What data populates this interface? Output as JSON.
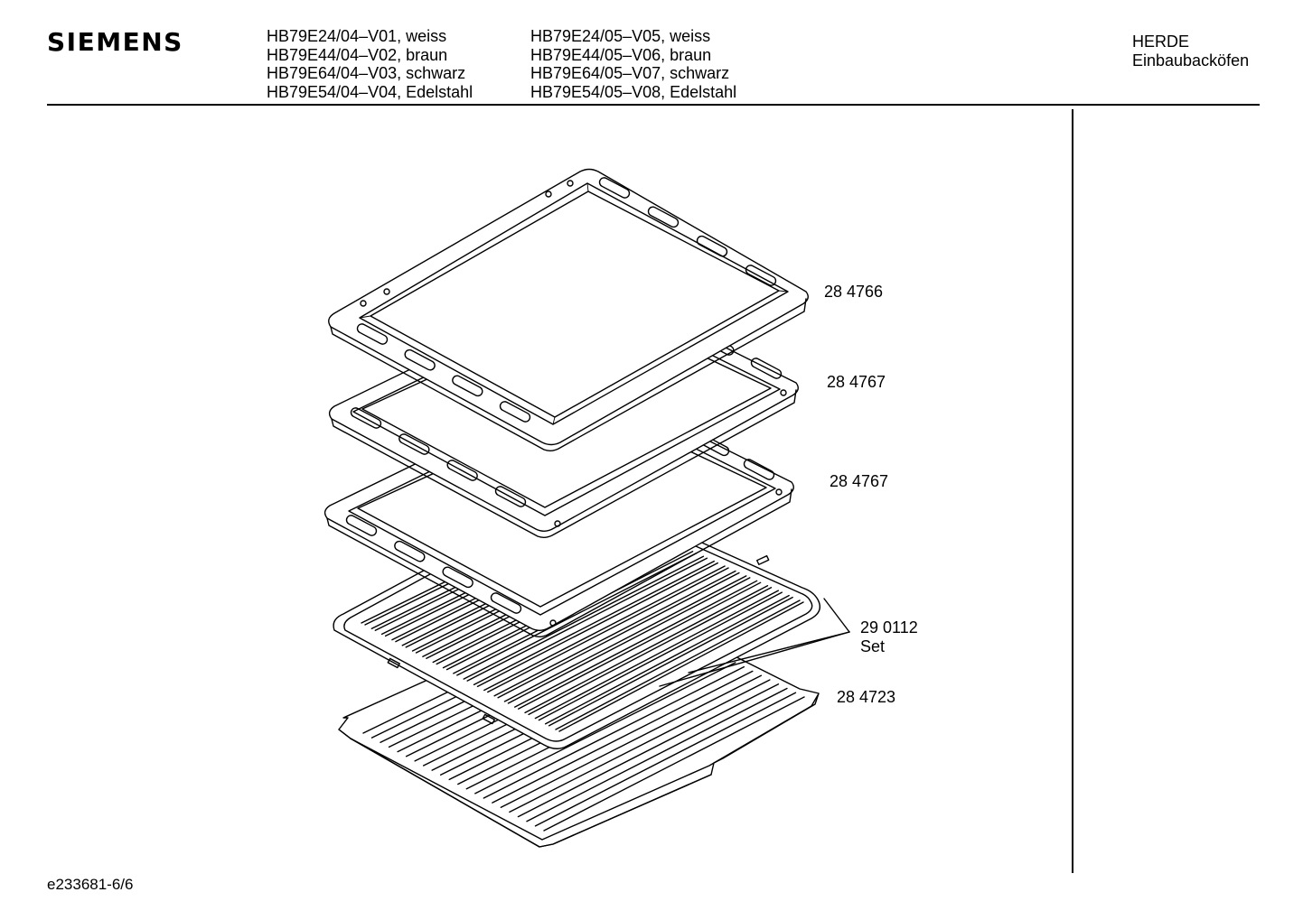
{
  "header": {
    "brand": "SIEMENS",
    "models_left": [
      "HB79E24/04–V01, weiss",
      "HB79E44/04–V02, braun",
      "HB79E64/04–V03, schwarz",
      "HB79E54/04–V04, Edelstahl"
    ],
    "models_right": [
      "HB79E24/05–V05, weiss",
      "HB79E44/05–V06, braun",
      "HB79E64/05–V07, schwarz",
      "HB79E54/05–V08, Edelstahl"
    ],
    "category": "HERDE",
    "subcategory": "Einbaubacköfen"
  },
  "parts": [
    {
      "number": "28 4766",
      "note": ""
    },
    {
      "number": "28 4767",
      "note": ""
    },
    {
      "number": "28 4767",
      "note": ""
    },
    {
      "number": "29 0112",
      "note": "Set"
    },
    {
      "number": "28 4723",
      "note": ""
    }
  ],
  "footer": {
    "document_id": "e233681-6/6"
  }
}
